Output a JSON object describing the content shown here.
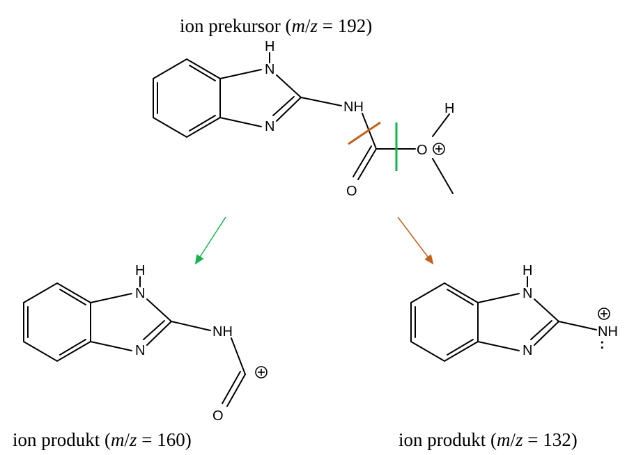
{
  "captions": {
    "precursor": {
      "prefix": "ion prekursor  (",
      "m": "m",
      "slash": "/",
      "z": "z",
      "eq": " = ",
      "value": "192",
      "close": ")"
    },
    "product_left": {
      "prefix": "ion produkt  (",
      "m": "m",
      "slash": "/",
      "z": "z",
      "eq": " = ",
      "value": "160",
      "close": ")"
    },
    "product_right": {
      "prefix": "ion produkt  (",
      "m": "m",
      "slash": "/",
      "z": "z",
      "eq": " = ",
      "value": "132",
      "close": ")"
    }
  },
  "precursor": {
    "ring_nh": "H",
    "ring_n_top": "N",
    "ring_n_bottom": "N",
    "amide_nh": "NH",
    "carbonyl_o": "O",
    "ester_o": "O",
    "oh_h": "H"
  },
  "product_left": {
    "ring_nh": "H",
    "ring_n_top": "N",
    "ring_n_bottom": "N",
    "amide_nh": "NH",
    "carbonyl_o": "O"
  },
  "product_right": {
    "ring_nh": "H",
    "ring_n_top": "N",
    "ring_n_bottom": "N",
    "amine_nh": "NH",
    "lone_pair": ":"
  },
  "colors": {
    "cleavage_green": "#16b34a",
    "cleavage_orange": "#c0601c",
    "bond": "#000000"
  }
}
